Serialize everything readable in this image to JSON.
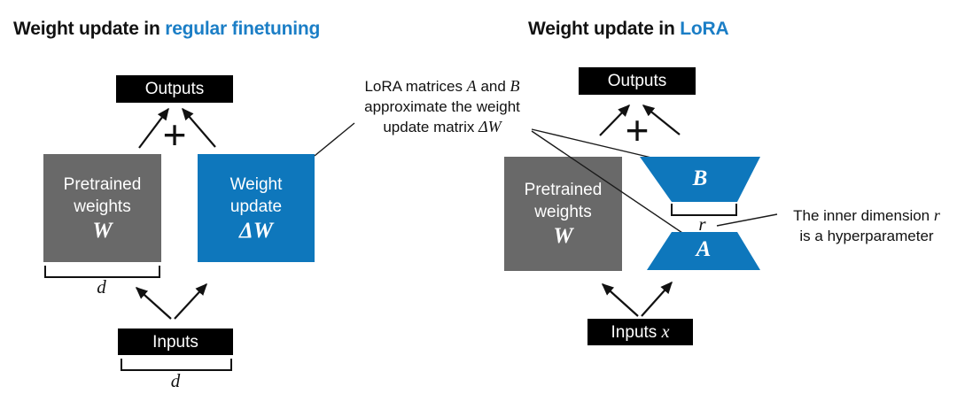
{
  "colors": {
    "title_accent": "#1b7ec6",
    "shape_blue": "#0e77bc",
    "box_gray": "#696969",
    "box_black": "#000000"
  },
  "titles": {
    "left_prefix": "Weight update in ",
    "left_accent": "regular finetuning",
    "right_prefix": "Weight update in ",
    "right_accent": "LoRA"
  },
  "left_diagram": {
    "outputs_label": "Outputs",
    "plus": "+",
    "pretrained_lines": "Pretrained\nweights",
    "pretrained_math": "W",
    "update_lines": "Weight\nupdate",
    "update_math": "ΔW",
    "dim_d_weights": "d",
    "inputs_label": "Inputs",
    "dim_d_inputs": "d"
  },
  "right_diagram": {
    "outputs_label": "Outputs",
    "plus": "+",
    "pretrained_lines": "Pretrained\nweights",
    "pretrained_math": "W",
    "matrix_b": "B",
    "matrix_a": "A",
    "dim_r": "r",
    "inputs_prefix": "Inputs ",
    "inputs_math": "x"
  },
  "callout_lora": {
    "line1_pre": "LoRA matrices ",
    "line1_math_a": "A",
    "line1_mid": " and ",
    "line1_math_b": "B",
    "line2": "approximate the weight",
    "line3_pre": "update matrix ",
    "line3_math": "ΔW"
  },
  "callout_r": {
    "line1_pre": "The inner dimension ",
    "line1_math": "r",
    "line2": "is a hyperparameter"
  }
}
